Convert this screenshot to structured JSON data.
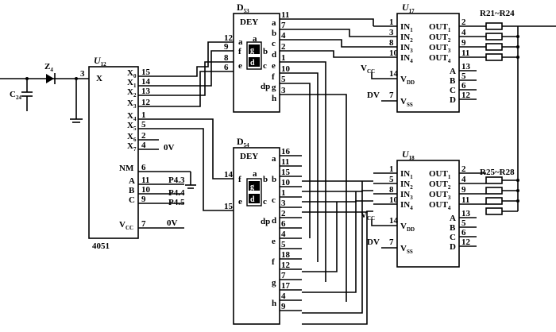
{
  "components": {
    "u12": {
      "ref": "U",
      "sub": "12",
      "part": "4051",
      "pins_left": [
        "X"
      ],
      "pin_x_num": "3",
      "outputs": [
        "X0",
        "X1",
        "X2",
        "X3",
        "X4",
        "X5",
        "X6",
        "X7"
      ],
      "output_pins": [
        "15",
        "14",
        "13",
        "12",
        "1",
        "5",
        "2",
        "4"
      ],
      "ctrl": [
        "NM",
        "A",
        "B",
        "C",
        "VCC"
      ],
      "ctrl_pins": [
        "6",
        "11",
        "10",
        "9",
        "7"
      ],
      "x7_net": "0V",
      "vcc_net": "0V",
      "p43": "P4.3",
      "p44": "P4.4",
      "p45": "P4.5"
    },
    "d53": {
      "ref": "D",
      "sub": "53",
      "title": "DEY",
      "left_pins": [
        "12",
        "9",
        "8",
        "6"
      ],
      "right_pins": [
        "11",
        "7",
        "4",
        "2",
        "1",
        "10",
        "5",
        "3"
      ],
      "seg_labels": [
        "a",
        "b",
        "c",
        "d",
        "e",
        "f",
        "g",
        "dp",
        "h"
      ]
    },
    "d54": {
      "ref": "D",
      "sub": "54",
      "title": "DEY",
      "left_pins": [
        "14",
        "15"
      ],
      "right_pins": [
        "16",
        "11",
        "15",
        "10",
        "1",
        "3",
        "2",
        "6",
        "4",
        "5",
        "18",
        "12",
        "7",
        "17",
        "4",
        "9"
      ]
    },
    "u17": {
      "ref": "U",
      "sub": "17",
      "in_pins": [
        "1",
        "3",
        "8",
        "10"
      ],
      "out_pins": [
        "2",
        "4",
        "9",
        "11"
      ],
      "right_pins2": [
        "13",
        "5",
        "6",
        "12"
      ],
      "vdd_pin": "14",
      "vss_pin": "7",
      "vcc": "VCC",
      "dv": "DV"
    },
    "u18": {
      "ref": "U",
      "sub": "18",
      "in_pins": [
        "1",
        "5",
        "8",
        "10"
      ],
      "out_pins": [
        "2",
        "4",
        "9",
        "11"
      ],
      "right_pins2": [
        "13",
        "5",
        "6",
        "12"
      ],
      "vdd_pin": "14",
      "vss_pin": "7",
      "vcc": "VCC",
      "dv": "DV"
    },
    "z4": {
      "ref": "Z",
      "sub": "4"
    },
    "c24": {
      "ref": "C",
      "sub": "24"
    },
    "r_top": "R21~R24",
    "r_bot": "R25~R28"
  }
}
